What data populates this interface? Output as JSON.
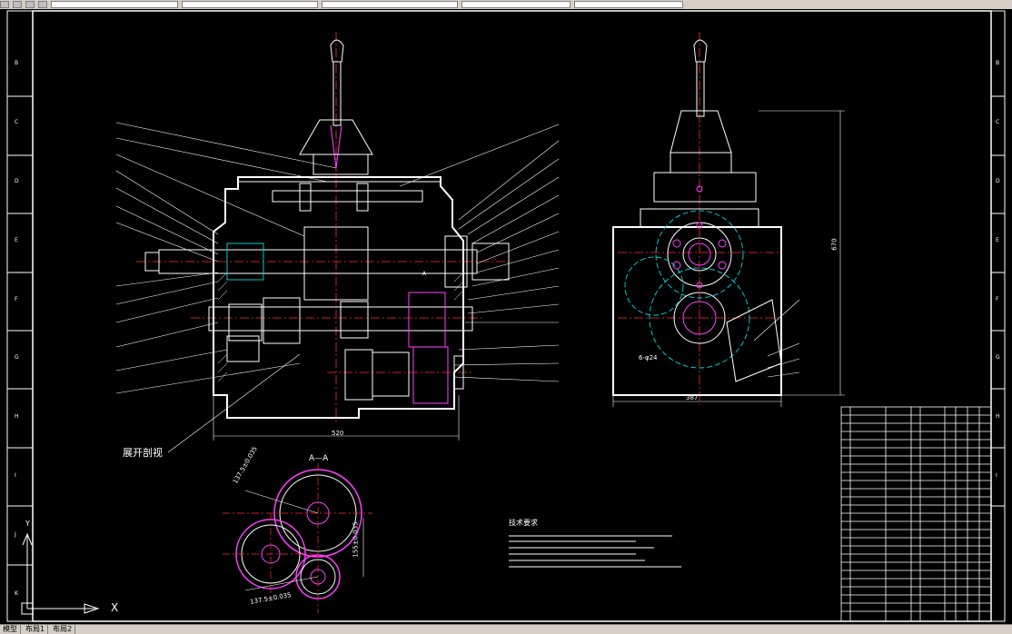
{
  "grid": {
    "rows": [
      "B",
      "C",
      "D",
      "E",
      "F",
      "G",
      "H",
      "I",
      "J",
      "K"
    ]
  },
  "drawing": {
    "section_title": "展开剖视",
    "section_aa": "A—A",
    "dim_width_main": "520",
    "dim_width_side": "387",
    "dim_height_side": "670",
    "dim_bolt": "6-φ24",
    "dim_center_1": "137.5±0.035",
    "dim_center_2": "155±0.035",
    "dim_center_3": "137.5±0.035",
    "tech_req_title": "技术要求",
    "mark_a": "A"
  },
  "ucs": {
    "x_label": "X",
    "y_label": "Y"
  },
  "layout_tabs": [
    "模型",
    "布局1",
    "布局2"
  ],
  "colors": {
    "line": "#ffffff",
    "center": "#ff3030",
    "gear": "#ff40ff",
    "hidden": "#00c8c8",
    "shaft": "#ffff00"
  }
}
